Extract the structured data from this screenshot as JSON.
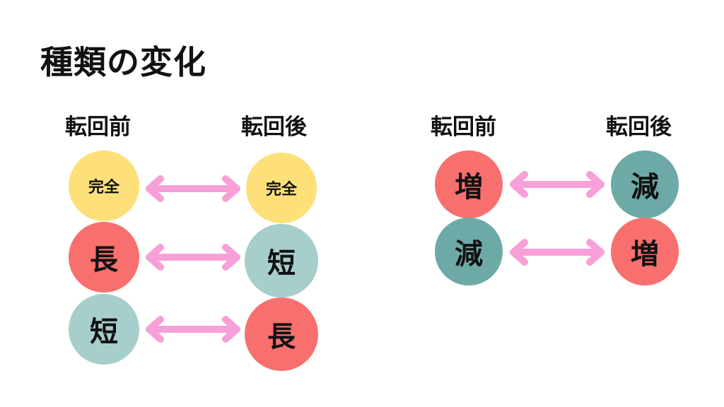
{
  "title": "種類の変化",
  "colors": {
    "yellow": "#FDE07A",
    "red": "#F8706E",
    "light_teal": "#A6CECB",
    "teal": "#6DAAA7",
    "arrow_pink": "#F7A0D8"
  },
  "left_panel": {
    "header_before": "転回前",
    "header_after": "転回後",
    "rows": [
      {
        "before": "完全",
        "after": "完全"
      },
      {
        "before": "長",
        "after": "短"
      },
      {
        "before": "短",
        "after": "長"
      }
    ]
  },
  "right_panel": {
    "header_before": "転回前",
    "header_after": "転回後",
    "rows": [
      {
        "before": "増",
        "after": "減"
      },
      {
        "before": "減",
        "after": "増"
      }
    ]
  },
  "arrow_icon": "double-headed-arrow-icon"
}
